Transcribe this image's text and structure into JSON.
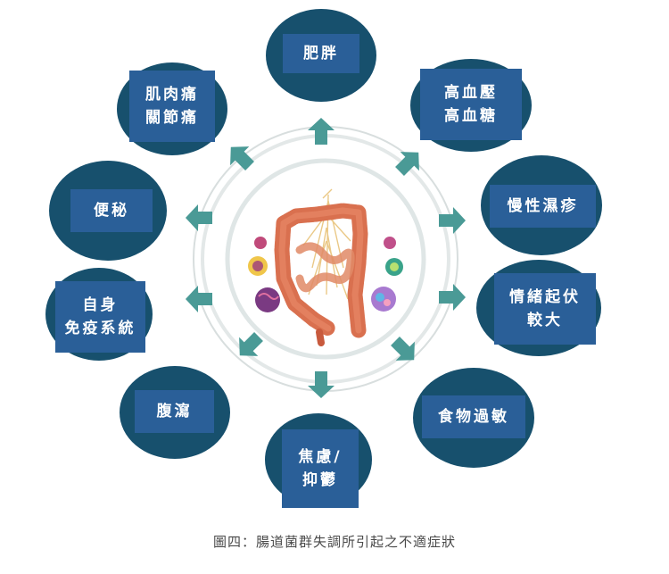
{
  "diagram": {
    "center_image": "intestine-with-bacteria-illustration",
    "colors": {
      "node_fill": "#17506d",
      "label_fill": "#2a5f98",
      "arrow": "#4a9a96",
      "ring": "#d5dcdc",
      "intestine": "#d9704f"
    },
    "nodes": [
      {
        "id": "obesity",
        "lines": [
          "肥胖"
        ]
      },
      {
        "id": "hypertension-diabetes",
        "lines": [
          "高血壓",
          "高血糖"
        ]
      },
      {
        "id": "eczema",
        "lines": [
          "慢性濕疹"
        ]
      },
      {
        "id": "mood-swings",
        "lines": [
          "情緒起伏",
          "較大"
        ]
      },
      {
        "id": "food-allergy",
        "lines": [
          "食物過敏"
        ]
      },
      {
        "id": "anxiety-depression",
        "lines": [
          "焦慮/",
          "抑鬱"
        ]
      },
      {
        "id": "diarrhea",
        "lines": [
          "腹瀉"
        ]
      },
      {
        "id": "autoimmune",
        "lines": [
          "自身",
          "免疫系統"
        ]
      },
      {
        "id": "constipation",
        "lines": [
          "便秘"
        ]
      },
      {
        "id": "muscle-joint-pain",
        "lines": [
          "肌肉痛",
          "關節痛"
        ]
      }
    ]
  },
  "caption": "圖四：腸道菌群失調所引起之不適症狀"
}
